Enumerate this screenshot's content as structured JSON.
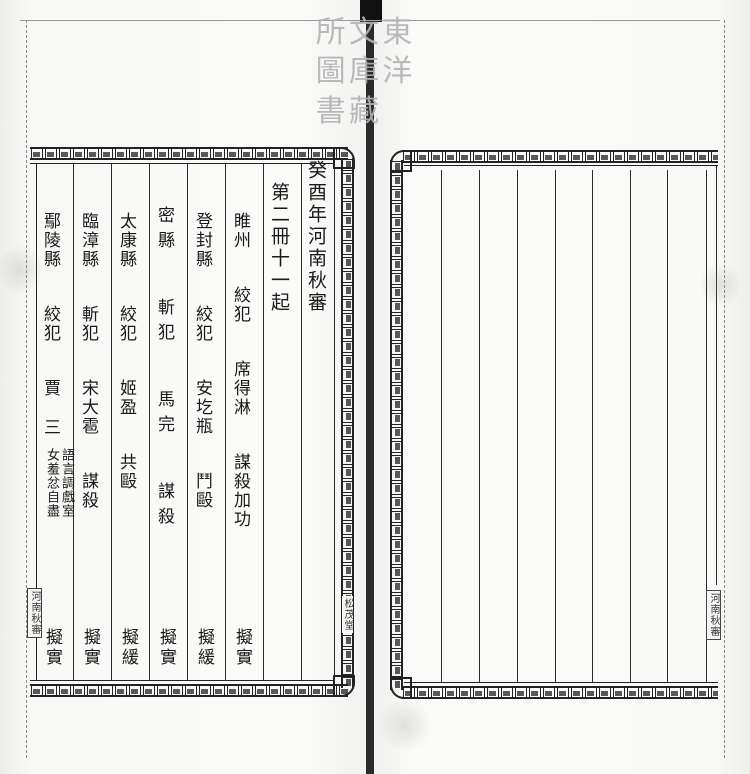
{
  "document": {
    "type": "woodblock-printed double page, vertical classical Chinese",
    "seal": {
      "chars": [
        "東",
        "洋",
        "文",
        "庫",
        "所",
        "藏",
        "圖",
        "書",
        ""
      ],
      "description": "faint collector's seal, top center"
    },
    "left_page": {
      "heading": "癸酉年河南秋審",
      "subheading": "第二冊十一起",
      "cases": [
        {
          "county": "睢州",
          "crime": "絞犯",
          "name": "席得淋",
          "offense": "謀殺加功",
          "note": "",
          "verdict": "擬實"
        },
        {
          "county": "登封縣",
          "crime": "絞犯",
          "name": "安圪瓶",
          "offense": "鬥毆",
          "note": "",
          "verdict": "擬緩"
        },
        {
          "county": "密縣",
          "crime": "斬犯",
          "name": "馬完",
          "offense": "謀殺",
          "note": "",
          "verdict": "擬實"
        },
        {
          "county": "太康縣",
          "crime": "絞犯",
          "name": "姬盈",
          "offense": "共毆",
          "note": "",
          "verdict": "擬緩"
        },
        {
          "county": "臨漳縣",
          "crime": "斬犯",
          "name": "宋大雹",
          "offense": "謀殺",
          "note": "",
          "verdict": "擬實"
        },
        {
          "county": "鄢陵縣",
          "crime": "絞犯",
          "name": "賈三",
          "offense": "",
          "note": "語言調戲室女羞忿自盡",
          "verdict": "擬實"
        }
      ],
      "border_label": "松茂堂",
      "fold_label": "河南秋審"
    },
    "right_page": {
      "content": "blank ruled columns",
      "fold_label": "河南秋審"
    }
  },
  "colors": {
    "paper": "#f8f8f6",
    "ink": "#1a1a1a",
    "seal": "#b3b3b3",
    "gutter": "#2a2a2a"
  }
}
